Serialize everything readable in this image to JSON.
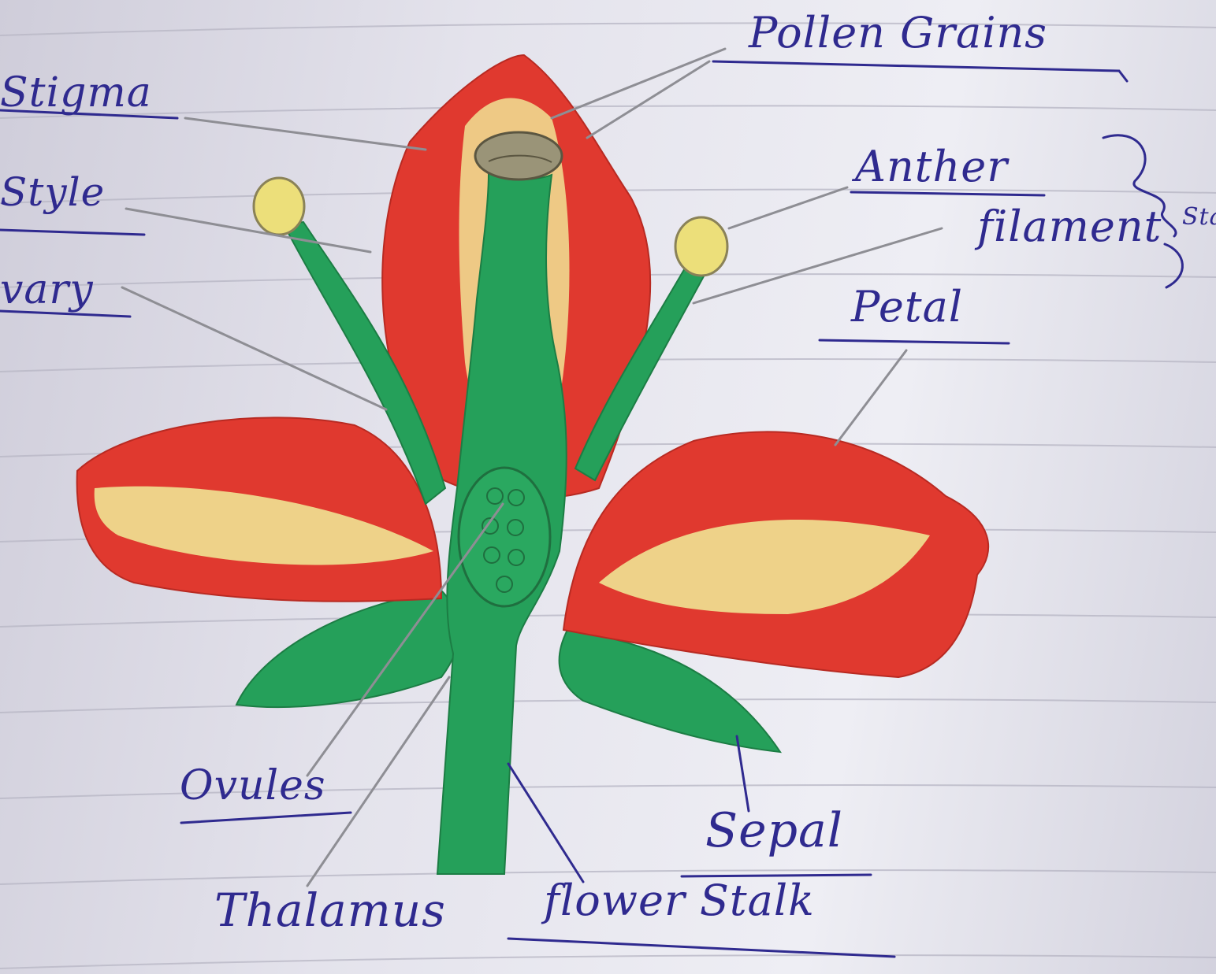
{
  "labels": {
    "pollen_grains": "Pollen Grains",
    "stigma": "Stigma",
    "style": "Style",
    "ovary": "vary",
    "anther": "Anther",
    "filament": "filament",
    "stamen": "Stam",
    "petal": "Petal",
    "ovules": "Ovules",
    "sepal": "Sepal",
    "thalamus": "Thalamus",
    "flower_stalk": "flower Stalk"
  },
  "colors": {
    "paper": "#e6e5ee",
    "rule_line": "#b9b8c6",
    "ink": "#2f2a8f",
    "pencil": "#8e8e94",
    "petal_red": "#e0392f",
    "petal_yellow": "#f0e394",
    "green": "#25a05a",
    "anther_yellow": "#ecdf7a",
    "stigma_grey": "#9a9478"
  }
}
